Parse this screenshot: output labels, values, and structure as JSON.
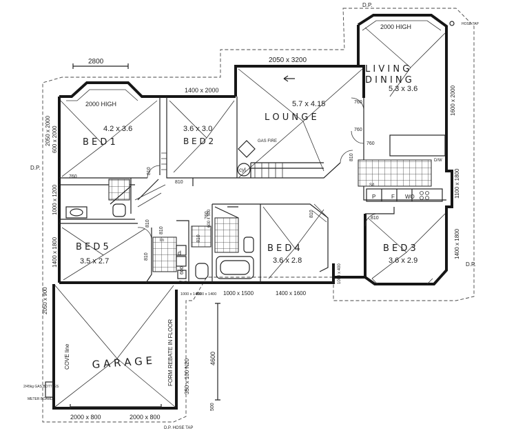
{
  "rooms": {
    "bed1": {
      "name": "B E D 1",
      "size": "4.2 x 3.6",
      "window": "2000 HIGH"
    },
    "bed2": {
      "name": "B E D 2",
      "size": "3.6 x 3.0"
    },
    "lounge": {
      "name": "L O U N G E",
      "size": "5.7 x 4.15",
      "fire": "GAS FIRE",
      "cyl": "cyl"
    },
    "living": {
      "name_1": "L I V I N G",
      "name_2": "D I N I N G",
      "size": "5.3 x 3.6",
      "window": "2000 HIGH"
    },
    "bed5": {
      "name": "B E D 5",
      "size": "3.5 x 2.7"
    },
    "bed4": {
      "name": "B E D 4",
      "size": "3.6 x 2.8"
    },
    "bed3": {
      "name": "B E D 3",
      "size": "3.6 x 2.9"
    },
    "garage": {
      "name": "G A R A G E",
      "cove": "COVE line"
    }
  },
  "kitchen": {
    "p": "P",
    "f": "F",
    "wo": "WO",
    "sl": "S/L",
    "dw": "D/W"
  },
  "dimensions": {
    "d2800": "2800",
    "d1400x2000": "1400 x 2000",
    "d2050x3200": "2050 x 3200",
    "d600x2000": "600 x 2000",
    "d2050x2000": "2050 x 2000",
    "d1000x1200": "1000 x 1200",
    "d1400x1800_left": "1400 x 1800",
    "d2050x900": "2050 x 900",
    "d1600x2000": "1600 x 2000",
    "d1100x1800": "1100 x 1800",
    "d1400x1800_right": "1400 x 1800",
    "d1000x1500": "1000 x 1500",
    "d1400x1600": "1400 x 1600",
    "d1000x400": "1000 x 400",
    "d1000x1400": "1000 x 1400",
    "d1000x1400b": "1000 x 1400",
    "d600x500": "600 x 500",
    "d2000x800_a": "2000 x 800",
    "d2000x800_b": "2000 x 800",
    "d4600": "4600",
    "d500": "500",
    "d350x100": "350 x 100 N20",
    "form_rebate": "FORM REBATE IN FLOOR",
    "door760a": "760",
    "door760b": "760",
    "door760c": "760",
    "door760d": "760",
    "door760e": "760",
    "door810a": "810",
    "door810b": "810",
    "door810c": "810",
    "door810d": "810",
    "door810e": "810",
    "door810f": "810",
    "door810g": "810",
    "door810h": "810",
    "door810i": "810",
    "door600": "600"
  },
  "markers": {
    "dp_top": "D.P.",
    "dp_left": "D.P.",
    "dp_right": "D.P.",
    "dp_bottom": "D.P. HOSE TAP",
    "hose_tap": "HOSE TAP",
    "gas_bottle": "2/45kg GAS BOTTLES",
    "meter_board": "METER BOARD",
    "lin": "lin",
    "tub": "TUB",
    "d": "d"
  }
}
